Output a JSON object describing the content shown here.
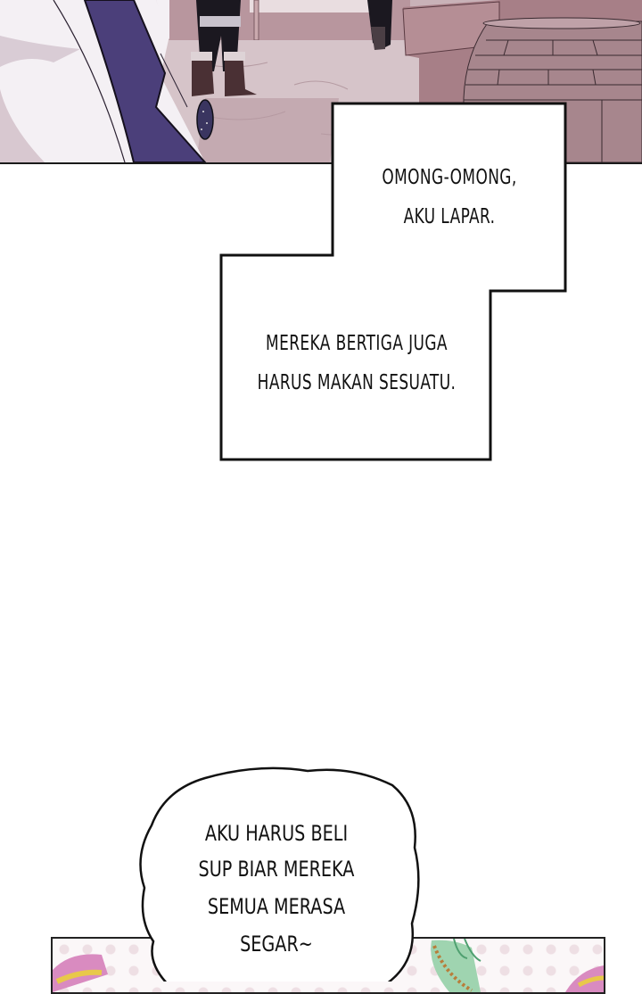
{
  "comic": {
    "top_panel": {
      "description": "street scene with character in purple cloak, figures in dark clothing, wooden barrel",
      "colors": {
        "ground": "#c7aeb4",
        "cloak": "#4b3f7a",
        "white_cloth": "#f4f0f4",
        "barrel": "#9e7f86",
        "wall": "#a88088"
      }
    },
    "caption_box": {
      "lines_upper": [
        "OMONG-OMONG,",
        "AKU LAPAR."
      ],
      "lines_lower": [
        "MEREKA BERTIGA JUGA",
        "HARUS MAKAN SESUATU."
      ]
    },
    "speech_bubble": {
      "lines": [
        "AKU HARUS BELI",
        "SUP BIAR MEREKA",
        "SEMUA MERASA",
        "SEGAR~"
      ]
    },
    "bottom_panel": {
      "description": "pink polka-dot background with macarons",
      "colors": {
        "dots": "#eedfe4",
        "macaron_pink": "#d98bc0",
        "macaron_green": "#9fd4b0",
        "filling": "#e8c84a"
      }
    }
  }
}
